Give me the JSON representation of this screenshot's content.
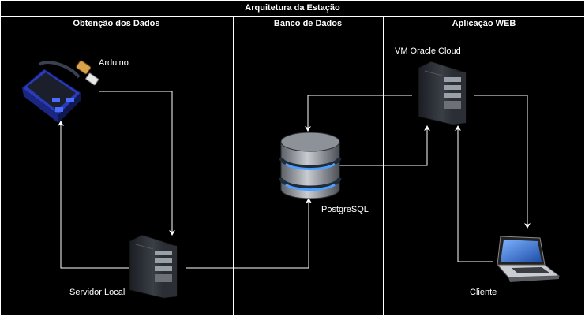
{
  "diagram": {
    "title": "Arquitetura da Estação",
    "lanes": [
      {
        "header": "Obtenção dos Dados"
      },
      {
        "header": "Banco de Dados"
      },
      {
        "header": "Aplicação WEB"
      }
    ],
    "nodes": {
      "arduino": {
        "label": "Arduino",
        "icon": "usb-hub-icon"
      },
      "servidor_local": {
        "label": "Servidor Local",
        "icon": "server-tower-icon"
      },
      "postgresql": {
        "label": "PostgreSQL",
        "icon": "database-icon"
      },
      "vm_oracle": {
        "label": "VM Oracle Cloud",
        "icon": "server-tower-icon"
      },
      "cliente": {
        "label": "Cliente",
        "icon": "laptop-icon"
      }
    },
    "edges": [
      {
        "from": "arduino",
        "to": "servidor_local"
      },
      {
        "from": "servidor_local",
        "to": "arduino"
      },
      {
        "from": "servidor_local",
        "to": "postgresql"
      },
      {
        "from": "postgresql",
        "to": "vm_oracle"
      },
      {
        "from": "vm_oracle",
        "to": "postgresql"
      },
      {
        "from": "vm_oracle",
        "to": "cliente"
      },
      {
        "from": "cliente",
        "to": "vm_oracle"
      }
    ],
    "colors": {
      "background": "#000000",
      "line": "#ffffff",
      "accent": "#3a6df0"
    }
  }
}
